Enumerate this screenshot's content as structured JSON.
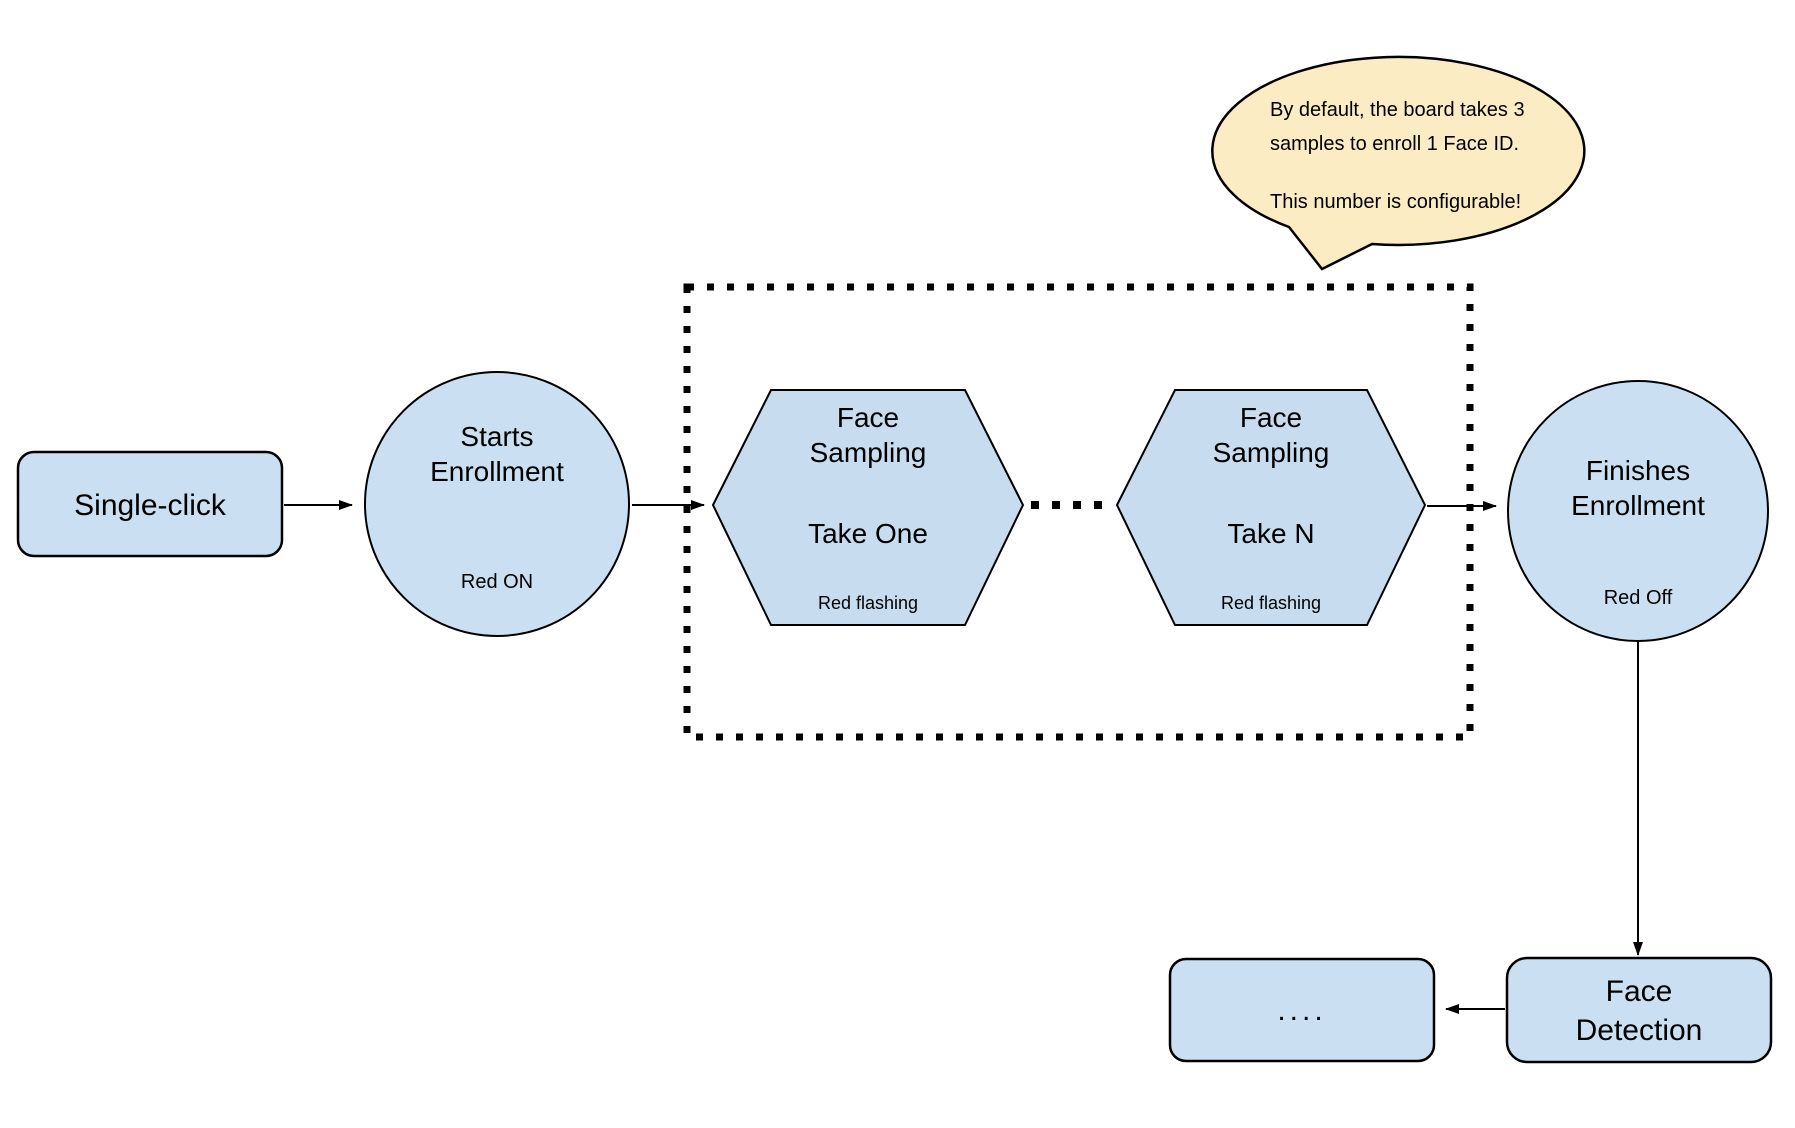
{
  "callout": {
    "lines": [
      "By default, the board takes 3",
      "samples to enroll 1 Face ID.",
      "This number is configurable!"
    ]
  },
  "nodes": {
    "single_click": {
      "label": "Single-click"
    },
    "starts_enrollment": {
      "title_line1": "Starts",
      "title_line2": "Enrollment",
      "led_status": "Red ON"
    },
    "face_sampling_one": {
      "title_line1": "Face",
      "title_line2": "Sampling",
      "subtitle": "Take One",
      "led_status": "Red flashing"
    },
    "face_sampling_n": {
      "title_line1": "Face",
      "title_line2": "Sampling",
      "subtitle": "Take N",
      "led_status": "Red flashing"
    },
    "finishes_enrollment": {
      "title_line1": "Finishes",
      "title_line2": "Enrollment",
      "led_status": "Red Off"
    },
    "face_detection": {
      "title_line1": "Face",
      "title_line2": "Detection"
    },
    "continuation": {
      "label": "...."
    }
  },
  "colors": {
    "shape_fill_blue": "#cbdff2",
    "hexagon_fill_blue": "#c8dcef",
    "callout_fill_cream": "#fcecc4",
    "outline_black": "#000000"
  }
}
